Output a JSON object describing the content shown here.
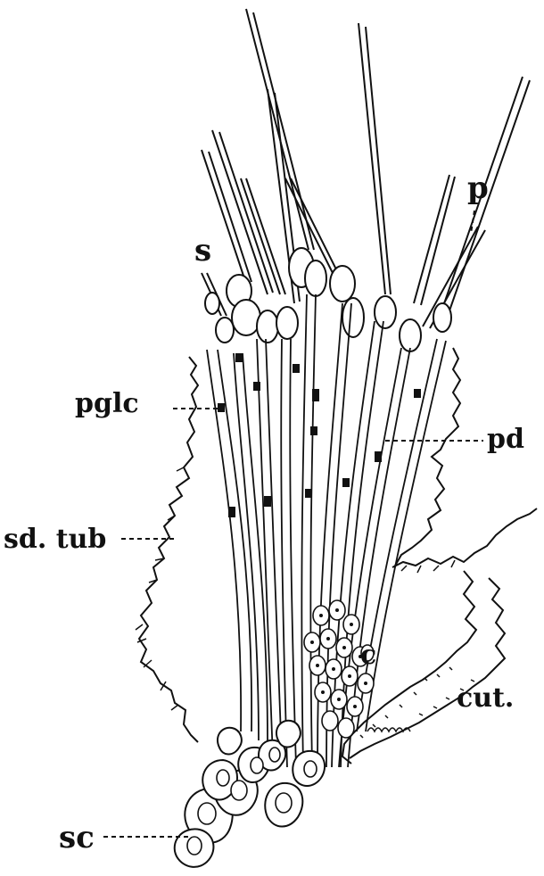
{
  "figure": {
    "labels": {
      "s": "s",
      "p": "p",
      "pglc": "pglc",
      "pd": "pd",
      "sd_tub": "sd. tub",
      "cut": "cut.",
      "sc": "sc",
      "c": "c"
    },
    "colors": {
      "ink": "#111111",
      "paper": "#ffffff"
    }
  }
}
